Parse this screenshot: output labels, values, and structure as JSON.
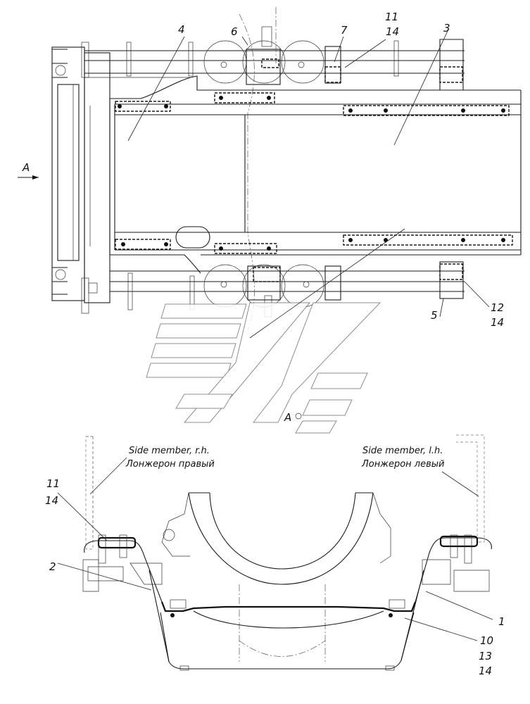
{
  "top_view": {
    "callouts": {
      "c3": "3",
      "c4": "4",
      "c5": "5",
      "c6": "6",
      "c7": "7",
      "c11": "11",
      "c14a": "14",
      "c12": "12",
      "c14b": "14"
    },
    "view_arrow": "A"
  },
  "section_view": {
    "title": "A",
    "side_member_rh_en": "Side member, r.h.",
    "side_member_rh_ru": "Лонжерон правый",
    "side_member_lh_en": "Side member, l.h.",
    "side_member_lh_ru": "Лонжерон левый",
    "callouts": {
      "c11": "11",
      "c14a": "14",
      "c2": "2",
      "c1": "1",
      "c10": "10",
      "c13": "13",
      "c14b": "14"
    }
  }
}
